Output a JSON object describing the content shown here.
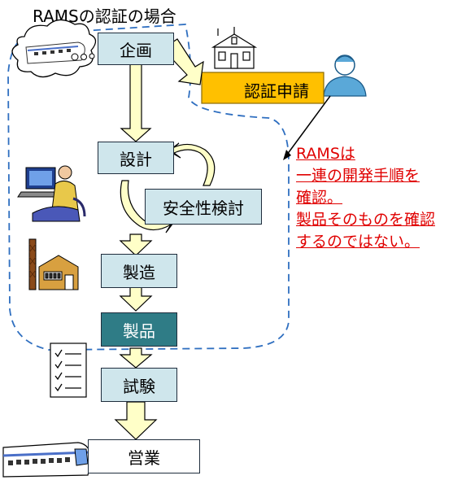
{
  "title": "RAMSの認証の場合",
  "flow": {
    "planning": "企画",
    "design": "設計",
    "safety_review": "安全性検討",
    "manufacturing": "製造",
    "product": "製品",
    "testing": "試験",
    "operation": "営業"
  },
  "certification_application": "認証申請",
  "note": {
    "line1": "RAMSは",
    "line2": "一連の開発手順を",
    "line3": "確認。",
    "line4": "製品そのものを確認",
    "line5": "するのではない。"
  },
  "colors": {
    "box_fill": "#cfe6ec",
    "product_fill": "#2f7c86",
    "arrow_fill": "#ffffc8",
    "gold": "#ffc000",
    "dashed_line": "#2f6fc0",
    "note_text": "#e00000"
  }
}
